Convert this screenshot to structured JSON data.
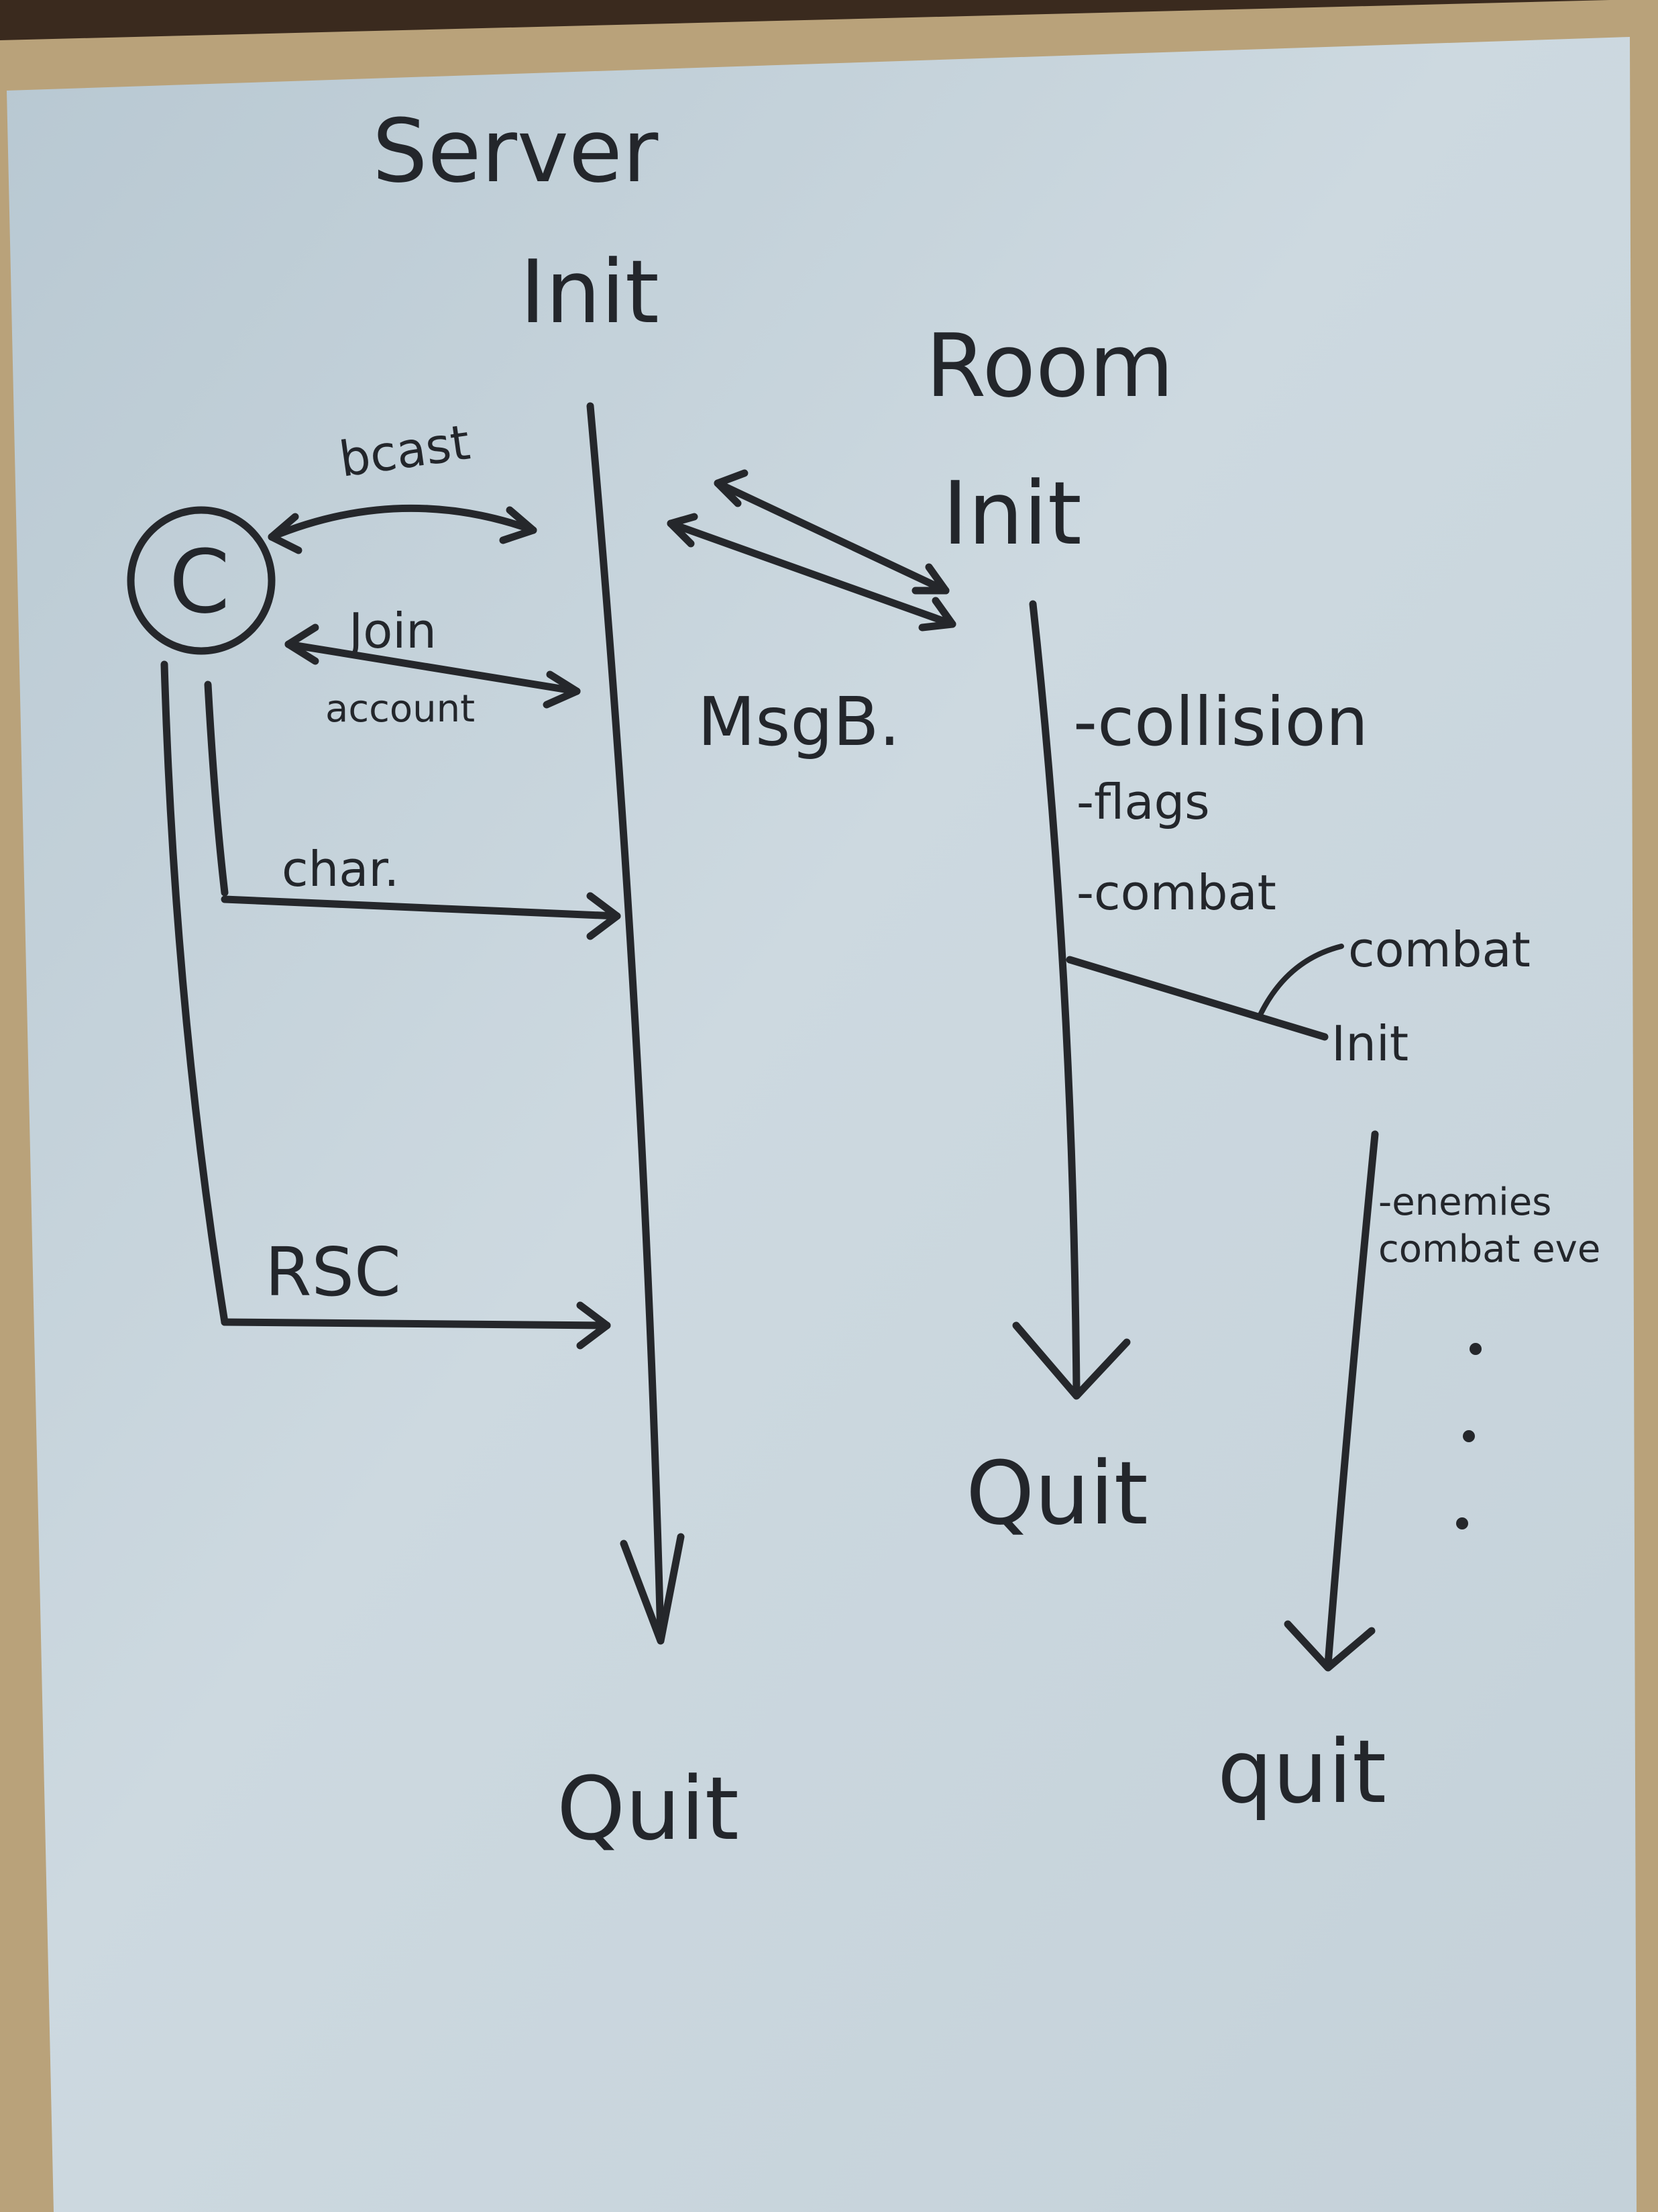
{
  "server": {
    "title": "Server",
    "init": "Init",
    "quit": "Quit"
  },
  "room": {
    "title": "Room",
    "init": "Init",
    "quit": "Quit",
    "subsystems": [
      "-collision",
      "-flags",
      "-combat"
    ]
  },
  "combat": {
    "label_line1": "combat",
    "label_line2": "Init",
    "items": [
      "-enemies",
      "combat eve"
    ],
    "quit": "quit"
  },
  "client": {
    "symbol": "C"
  },
  "messages": {
    "bcast": "bcast",
    "join": "Join",
    "account": "account",
    "char": "char.",
    "rsc": "RSC",
    "msgb": "MsgB."
  },
  "colors": {
    "board": "#c9d6de",
    "ink": "#25272b",
    "frame": "#b9a27a"
  }
}
